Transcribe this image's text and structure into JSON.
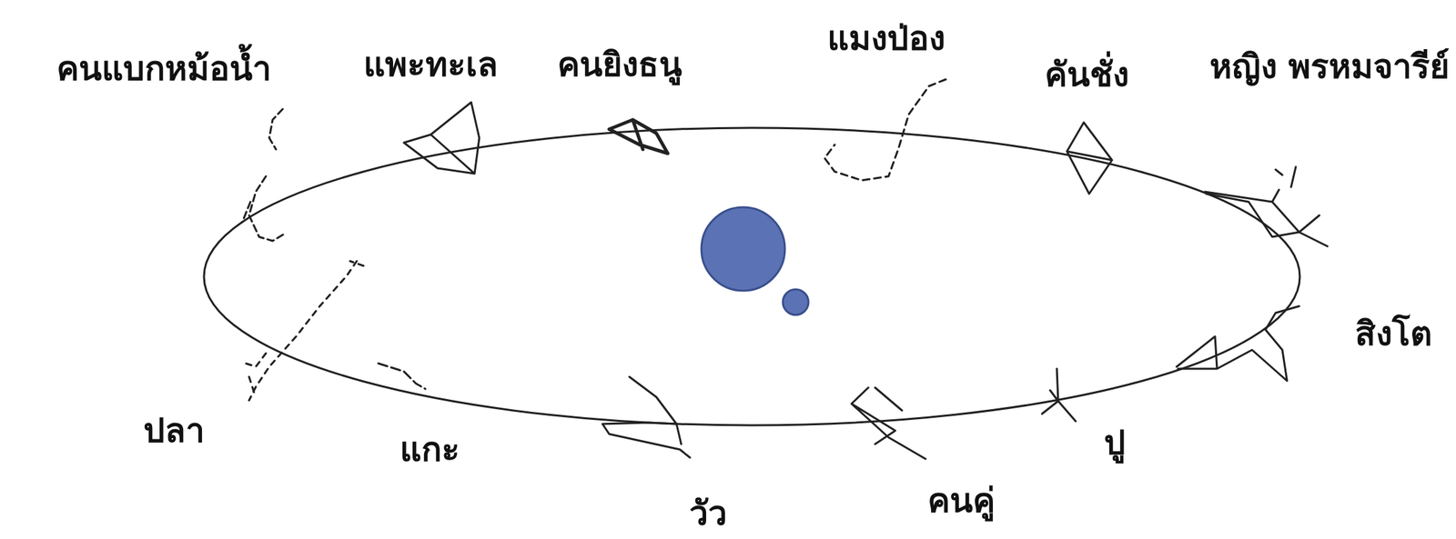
{
  "diagram": {
    "labels": [
      "คนแบกหม้อน้ำ",
      "แพะทะเล",
      "คนยิงธนู",
      "แมงป่อง",
      "คันชั่ง",
      "หญิง พรหมจารีย์",
      "สิงโต",
      "ปลา",
      "แกะ",
      "วัว",
      "คนคู่",
      "ปู"
    ]
  }
}
